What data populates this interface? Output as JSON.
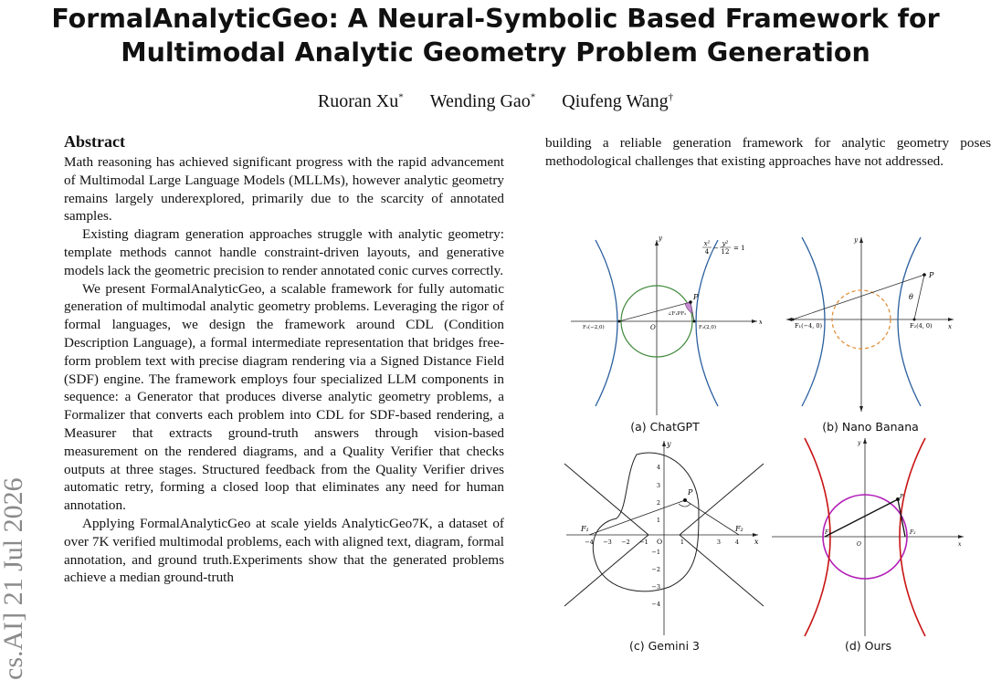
{
  "paper": {
    "title_line1": "FormalAnalyticGeo: A Neural-Symbolic Based Framework for",
    "title_line2": "Multimodal Analytic Geometry Problem Generation",
    "authors": [
      {
        "name": "Ruoran Xu",
        "mark": "*"
      },
      {
        "name": "Wending Gao",
        "mark": "*"
      },
      {
        "name": "Qiufeng Wang",
        "mark": "†"
      }
    ],
    "arxiv_stamp": "cs.AI]  21 Jul 2026"
  },
  "abstract": {
    "heading": "Abstract",
    "paragraphs": [
      "Math reasoning has achieved significant progress with the rapid advancement of Multimodal Large Language Models (MLLMs), however analytic geometry remains largely underexplored, primarily due to the scarcity of annotated samples.",
      "Existing diagram generation approaches struggle with analytic geometry: template methods cannot handle constraint-driven layouts, and generative models lack the geometric precision to render annotated conic curves correctly.",
      "We present FormalAnalyticGeo, a scalable framework for fully automatic generation of multimodal analytic geometry problems. Leveraging the rigor of formal languages, we design the framework around CDL (Condition Description Language), a formal intermediate representation that bridges free-form problem text with precise diagram rendering via a Signed Distance Field (SDF) engine. The framework employs four specialized LLM components in sequence: a Generator that produces diverse analytic geometry problems, a Formalizer that converts each problem into CDL for SDF-based rendering, a Measurer that extracts ground-truth answers through vision-based measurement on the rendered diagrams, and a Quality Verifier that checks outputs at three stages. Structured feedback from the Quality Verifier drives automatic retry, forming a closed loop that eliminates any need for human annotation.",
      "Applying FormalAnalyticGeo at scale yields AnalyticGeo7K, a dataset of over 7K verified multimodal problems, each with aligned text, diagram, formal annotation, and ground truth.Experiments show that the generated problems achieve a median ground-truth"
    ]
  },
  "right_column": {
    "text": "building a reliable generation framework for analytic geometry poses methodological challenges that existing approaches have not addressed."
  },
  "figure": {
    "panels": [
      {
        "caption": "(a) ChatGPT",
        "equation_num1": "x²",
        "equation_den1": "4",
        "equation_num2": "y²",
        "equation_den2": "12",
        "equation_rhs": "= 1",
        "y_axis": "y",
        "x_axis": "x",
        "origin": "O",
        "point": "P",
        "focus_left": "F₁(−2,0)",
        "focus_right": "F₂(2,0)",
        "angle_label": "∠F₁PF₂"
      },
      {
        "caption": "(b) Nano Banana",
        "y_axis": "y",
        "x_axis": "x",
        "point": "P",
        "angle": "θ",
        "focus_left": "F₁(−4, 0)",
        "focus_right": "F₂(4, 0)"
      },
      {
        "caption": "(c) Gemini 3",
        "y_axis": "y",
        "x_axis": "x",
        "origin": "O",
        "point": "P",
        "focus_left": "F₁",
        "focus_right": "F₂",
        "x_ticks": [
          "−4",
          "−3",
          "−2",
          "−1",
          "1",
          "3",
          "4"
        ],
        "y_ticks": [
          "4",
          "3",
          "2",
          "1",
          "−1",
          "−2",
          "−3",
          "−4"
        ]
      },
      {
        "caption": "(d) Ours",
        "y_axis": "y",
        "x_axis": "x",
        "origin": "O",
        "point": "P",
        "focus_left": "F₁",
        "focus_right": "F₂"
      }
    ]
  }
}
